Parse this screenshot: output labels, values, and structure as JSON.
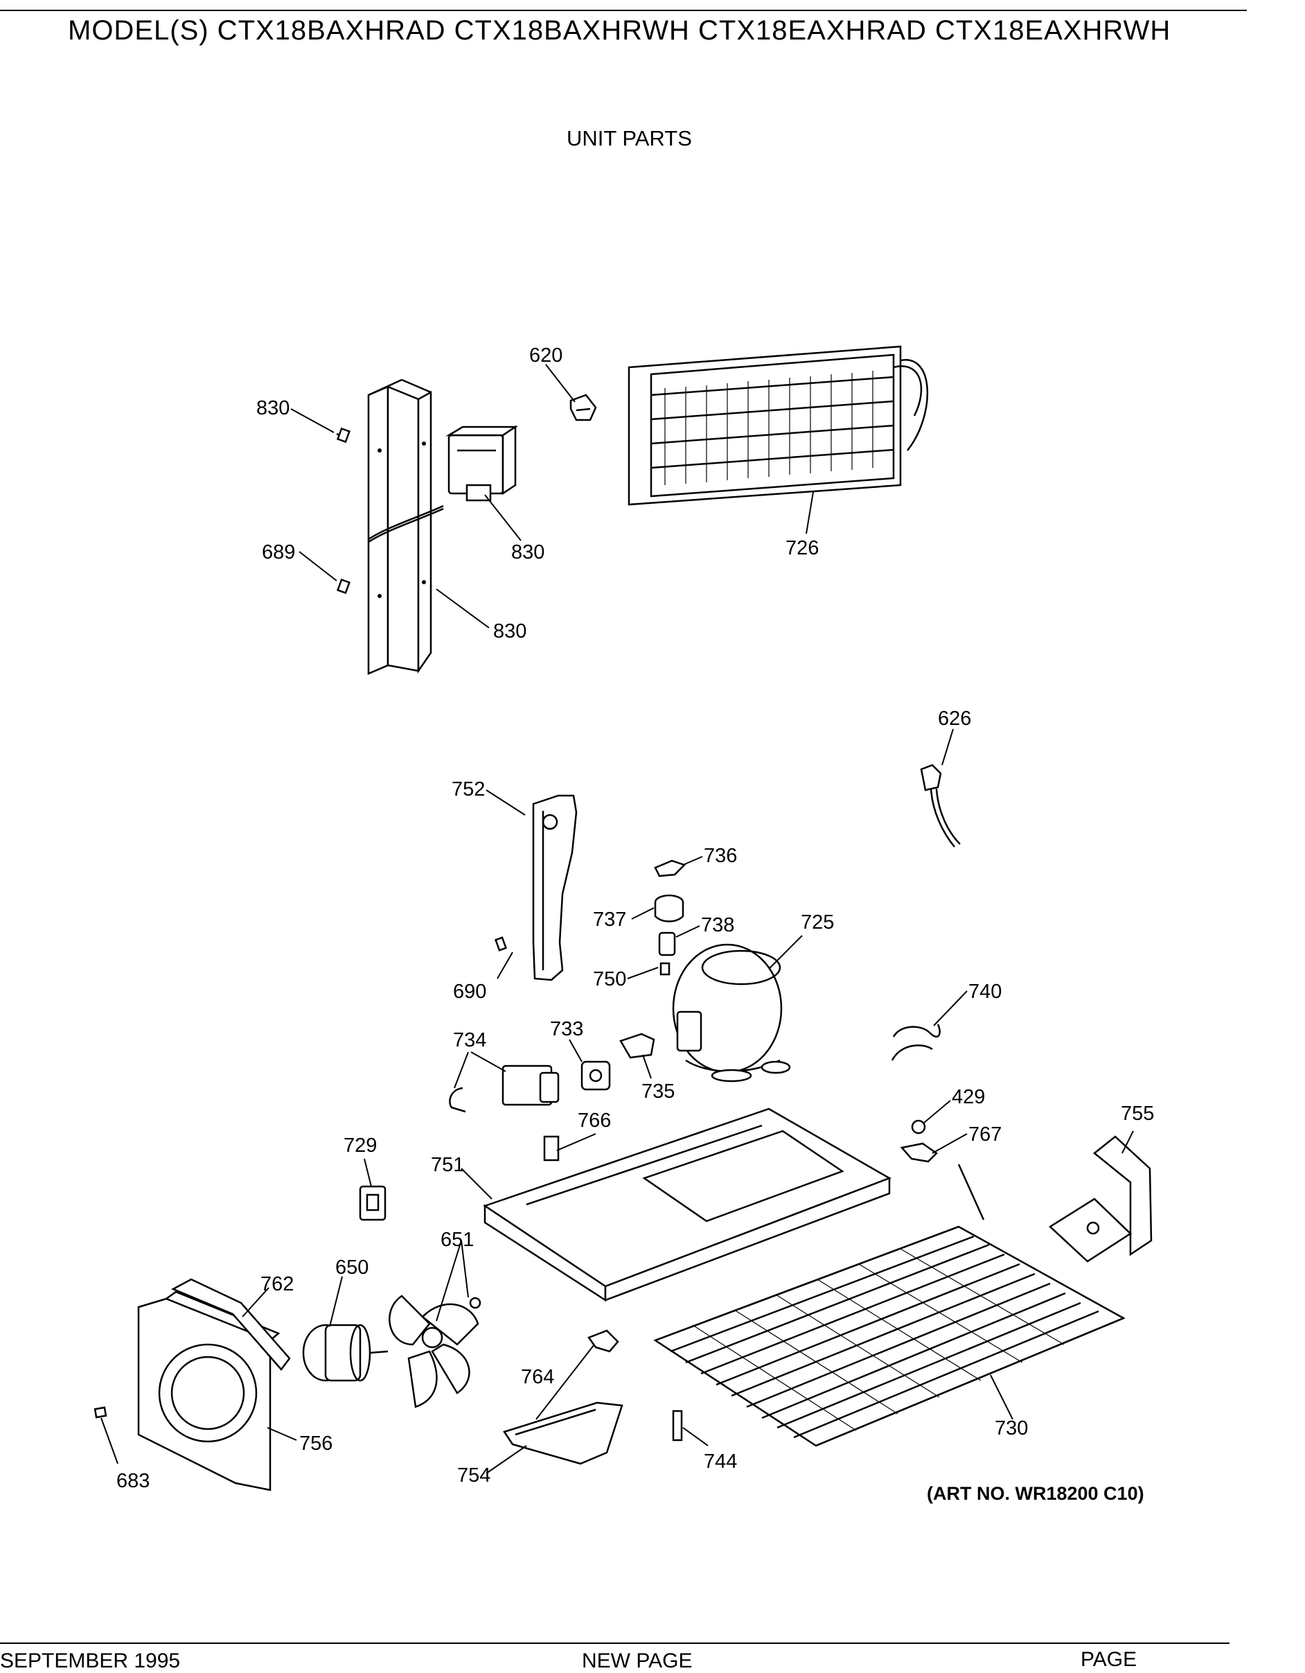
{
  "header": {
    "models": "MODEL(S) CTX18BAXHRAD  CTX18BAXHRWH  CTX18EAXHRAD  CTX18EAXHRWH",
    "section_title": "UNIT PARTS"
  },
  "art_number": "(ART NO. WR18200 C10)",
  "footer": {
    "date": "SEPTEMBER 1995",
    "center": "NEW PAGE",
    "right": "PAGE"
  },
  "callouts": {
    "p620": "620",
    "p830a": "830",
    "p830b": "830",
    "p830c": "830",
    "p689": "689",
    "p726": "726",
    "p626": "626",
    "p752": "752",
    "p736": "736",
    "p737": "737",
    "p738": "738",
    "p725": "725",
    "p690": "690",
    "p750": "750",
    "p740": "740",
    "p734": "734",
    "p733": "733",
    "p735": "735",
    "p429": "429",
    "p755": "755",
    "p766": "766",
    "p767": "767",
    "p729": "729",
    "p751": "751",
    "p651": "651",
    "p762": "762",
    "p650": "650",
    "p764": "764",
    "p730": "730",
    "p683": "683",
    "p756": "756",
    "p754": "754",
    "p744": "744"
  }
}
